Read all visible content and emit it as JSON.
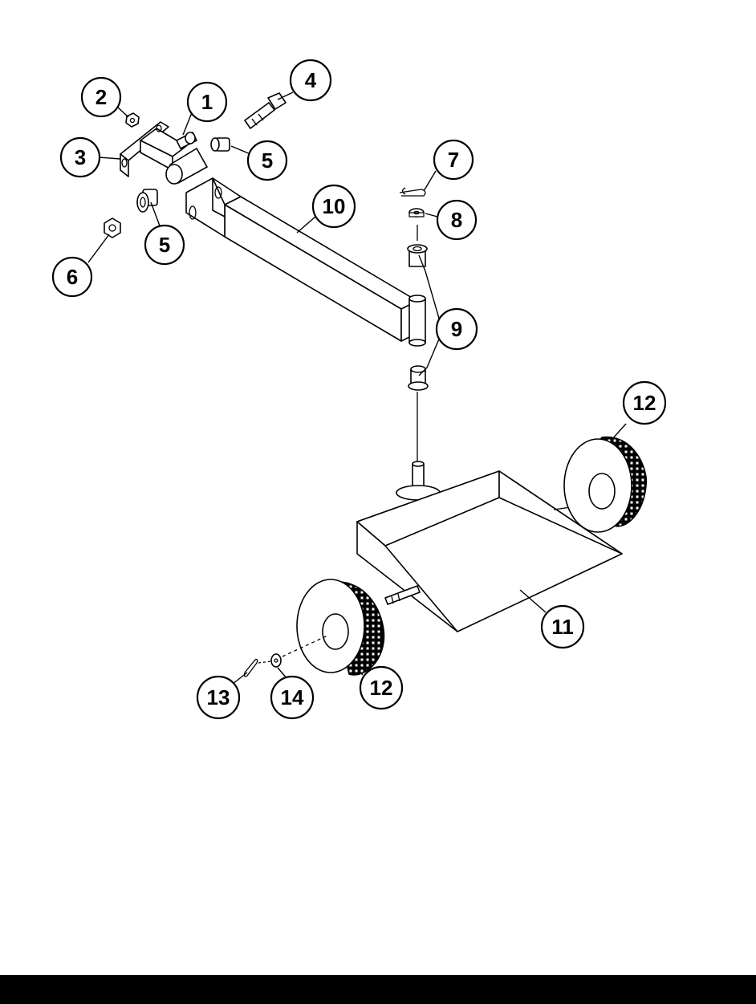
{
  "callouts": [
    {
      "id": "c1",
      "label": "1"
    },
    {
      "id": "c2",
      "label": "2"
    },
    {
      "id": "c3",
      "label": "3"
    },
    {
      "id": "c4",
      "label": "4"
    },
    {
      "id": "c5a",
      "label": "5"
    },
    {
      "id": "c5b",
      "label": "5"
    },
    {
      "id": "c6",
      "label": "6"
    },
    {
      "id": "c7",
      "label": "7"
    },
    {
      "id": "c8",
      "label": "8"
    },
    {
      "id": "c9",
      "label": "9"
    },
    {
      "id": "c10",
      "label": "10"
    },
    {
      "id": "c11",
      "label": "11"
    },
    {
      "id": "c12a",
      "label": "12"
    },
    {
      "id": "c12b",
      "label": "12"
    },
    {
      "id": "c13",
      "label": "13"
    },
    {
      "id": "c14",
      "label": "14"
    }
  ],
  "colors": {
    "line": "#000000",
    "background": "#ffffff",
    "bottom_bar": "#000000"
  }
}
